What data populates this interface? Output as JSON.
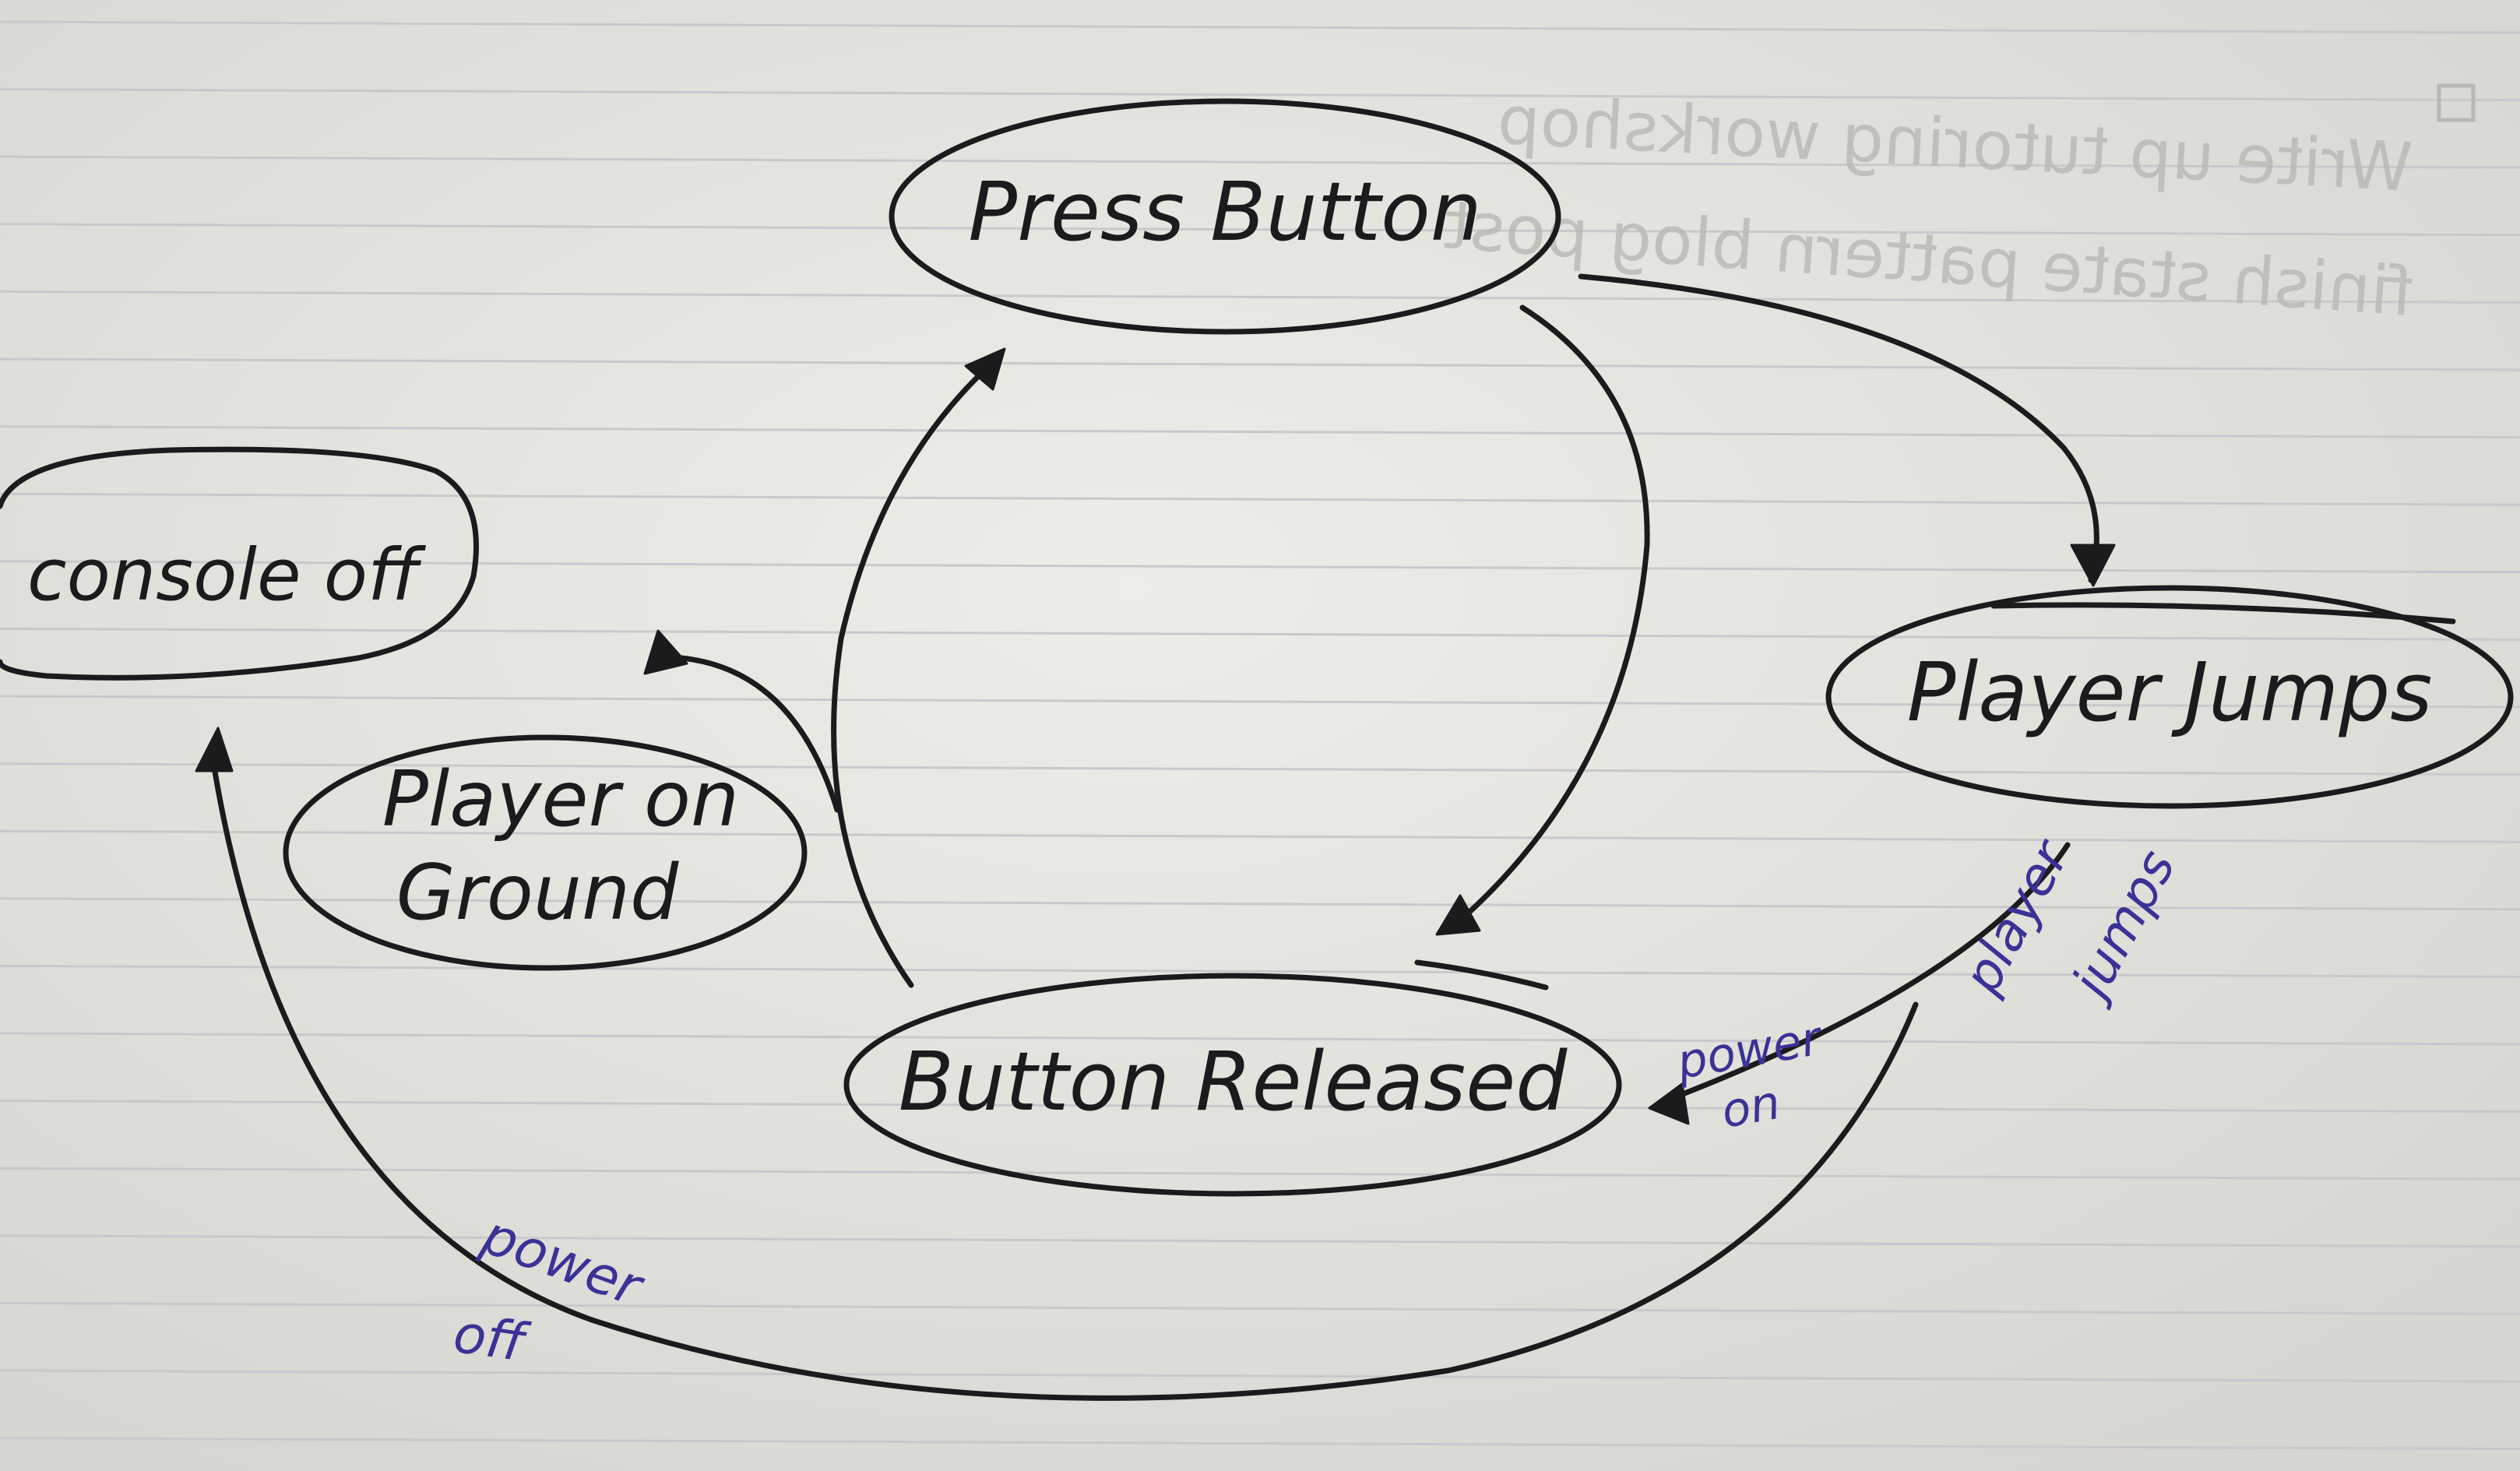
{
  "diagram": {
    "states": {
      "press_button": "Press Button",
      "player_jumps": "Player Jumps",
      "button_released": "Button Released",
      "player_on_ground_line1": "Player on",
      "player_on_ground_line2": "Ground",
      "console_off": "console off"
    },
    "transitions": {
      "player_jumps_line1": "player",
      "player_jumps_line2": "jumps",
      "power_on_line1": "power",
      "power_on_line2": "on",
      "power_off_line1": "power",
      "power_off_line2": "off"
    },
    "show_through": {
      "line1": "Write up tutoring workshop",
      "line2": "finish state pattern blog post"
    }
  },
  "colors": {
    "paper": "#e7e6e0",
    "rule_line": "#c9c9cc",
    "ink": "#1b1b1d",
    "transition_ink": "#3a3296",
    "show_through": "#b9b8b4"
  }
}
